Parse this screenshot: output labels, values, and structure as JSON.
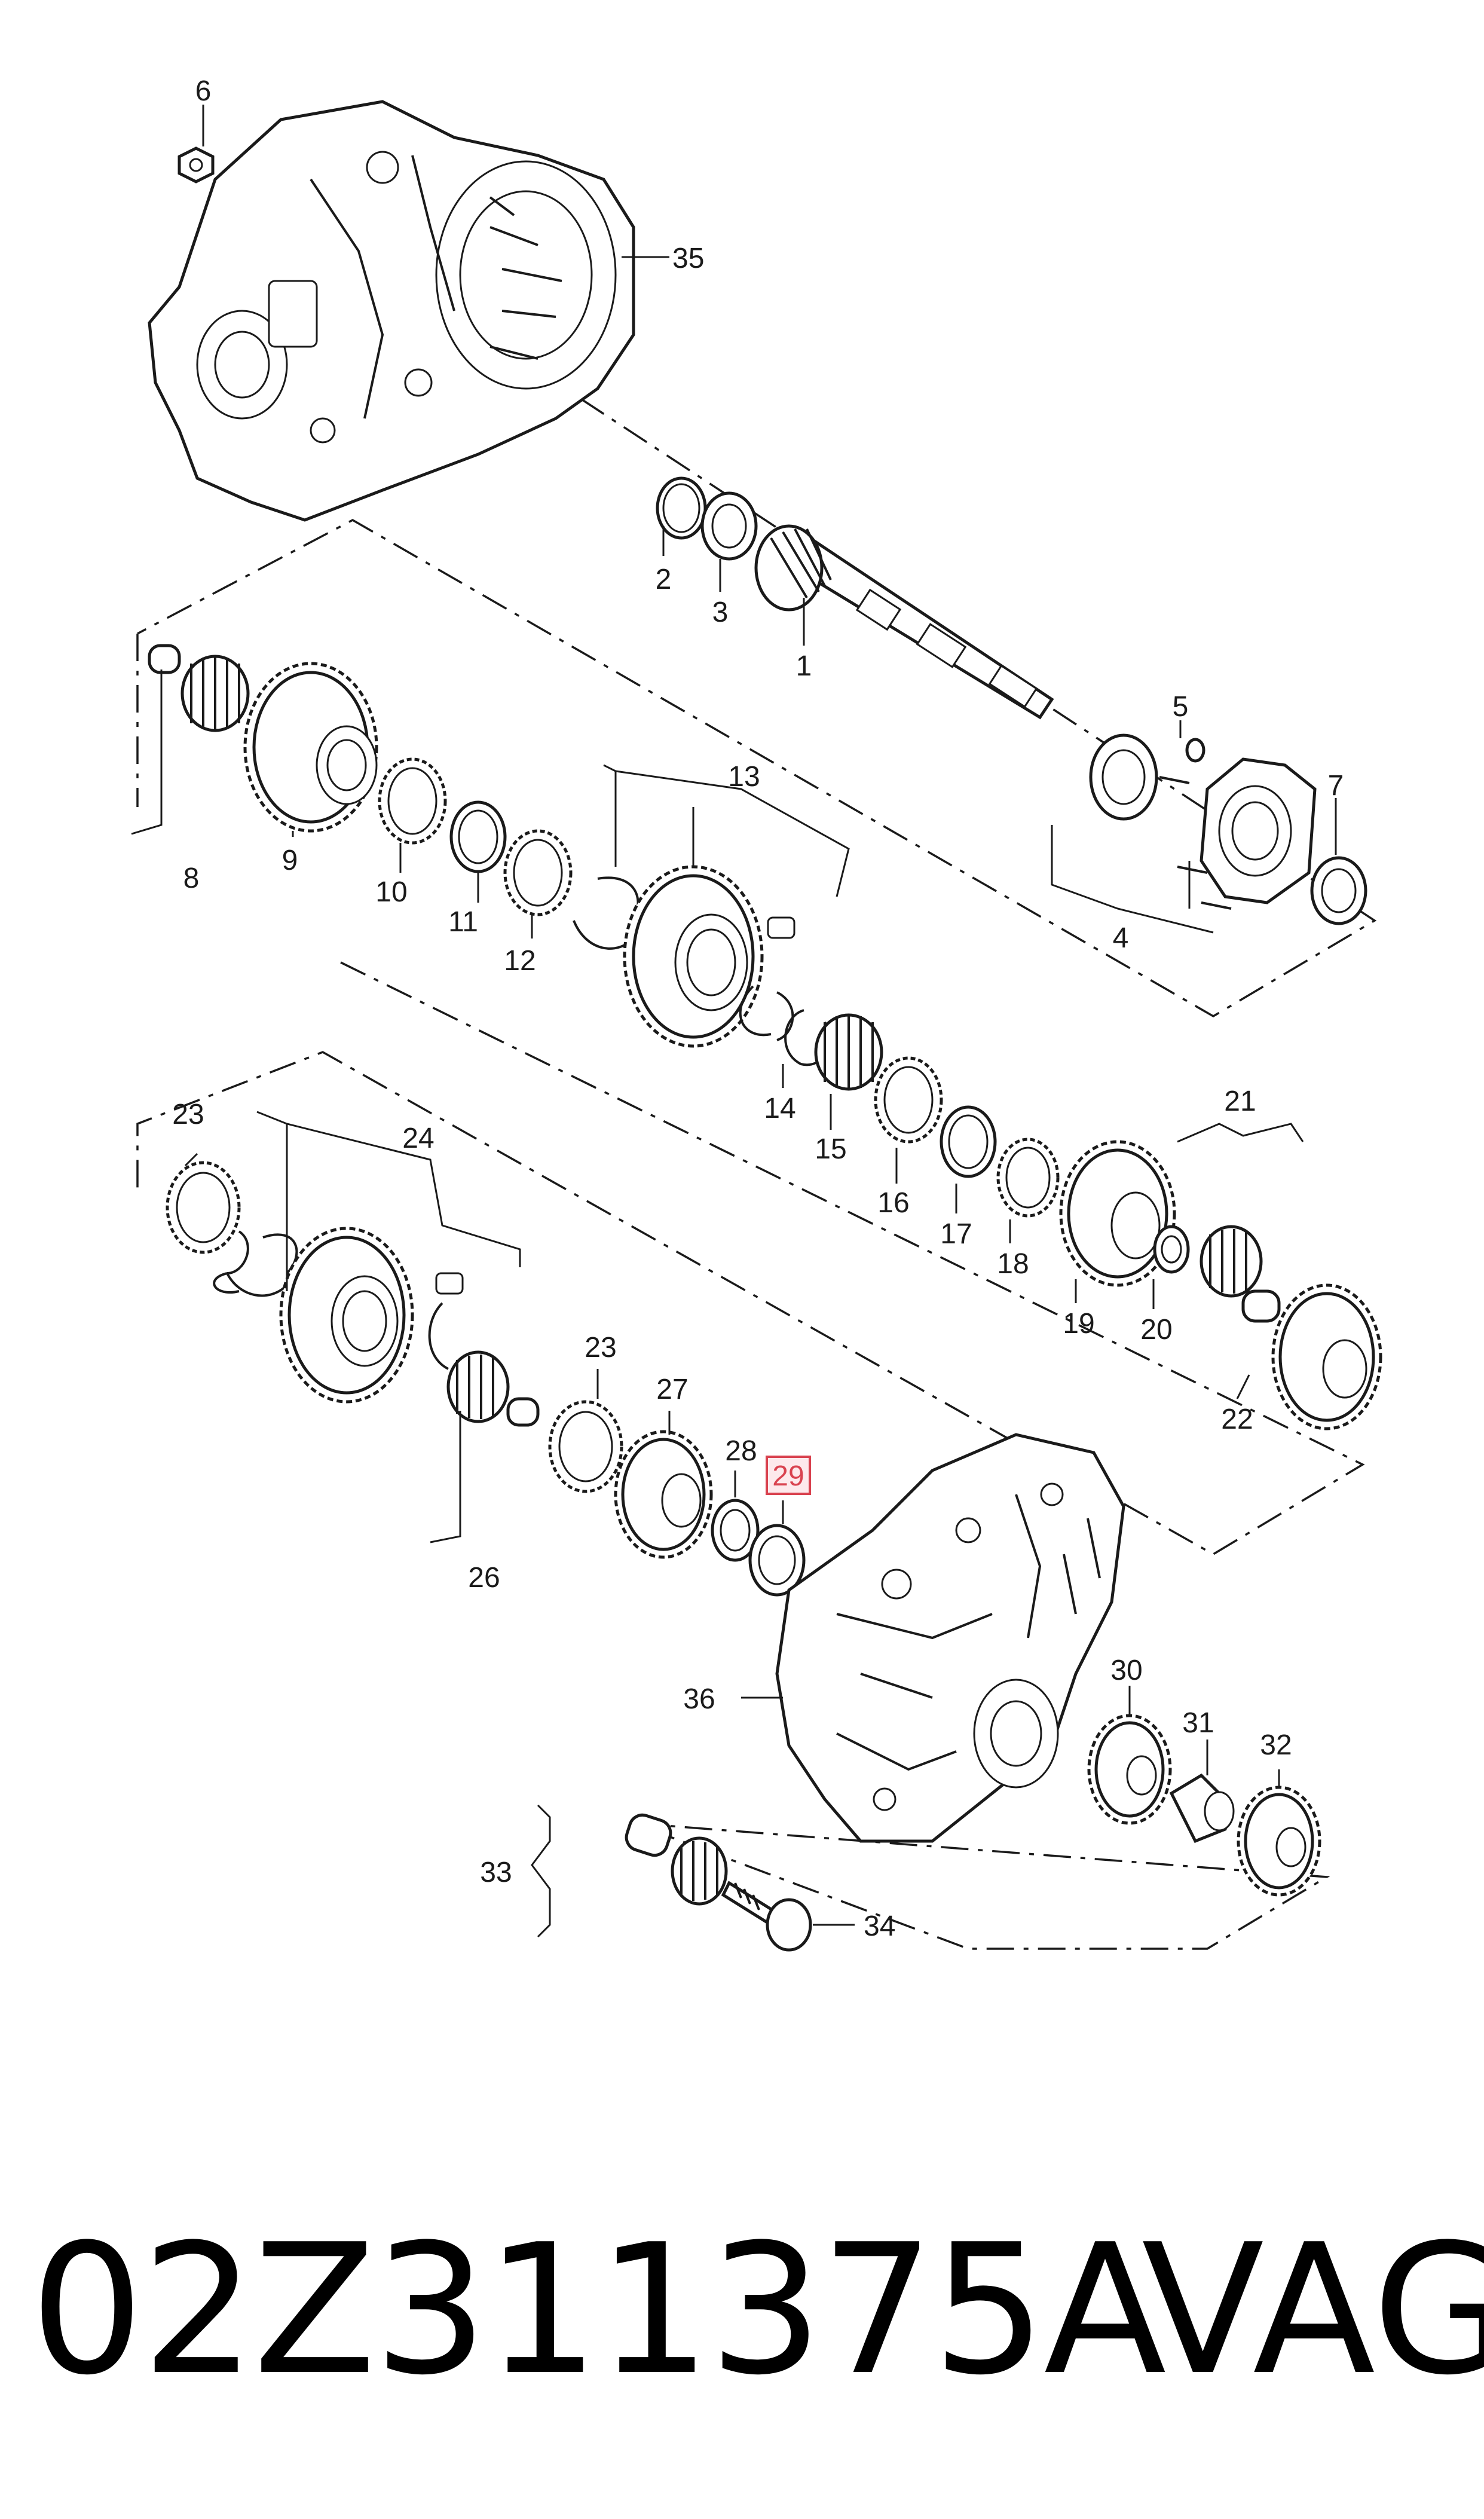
{
  "callouts": {
    "c1": "1",
    "c2": "2",
    "c3": "3",
    "c4": "4",
    "c5": "5",
    "c6": "6",
    "c7": "7",
    "c8": "8",
    "c9": "9",
    "c10": "10",
    "c11": "11",
    "c12": "12",
    "c13": "13",
    "c14": "14",
    "c15": "15",
    "c16": "16",
    "c17": "17",
    "c18": "18",
    "c19": "19",
    "c20": "20",
    "c21": "21",
    "c22": "22",
    "c23a": "23",
    "c23b": "23",
    "c24": "24",
    "c26": "26",
    "c27": "27",
    "c28": "28",
    "c29": "29",
    "c30": "30",
    "c31": "31",
    "c32": "32",
    "c33": "33",
    "c34": "34",
    "c35": "35",
    "c36": "36"
  },
  "highlighted_callout": "29",
  "caption": {
    "part_number": "02Z311375A",
    "brand": "VAG"
  },
  "colors": {
    "highlight": "#d9424f",
    "highlight_fill": "#fde9ec",
    "ink": "#1a1a1a"
  }
}
